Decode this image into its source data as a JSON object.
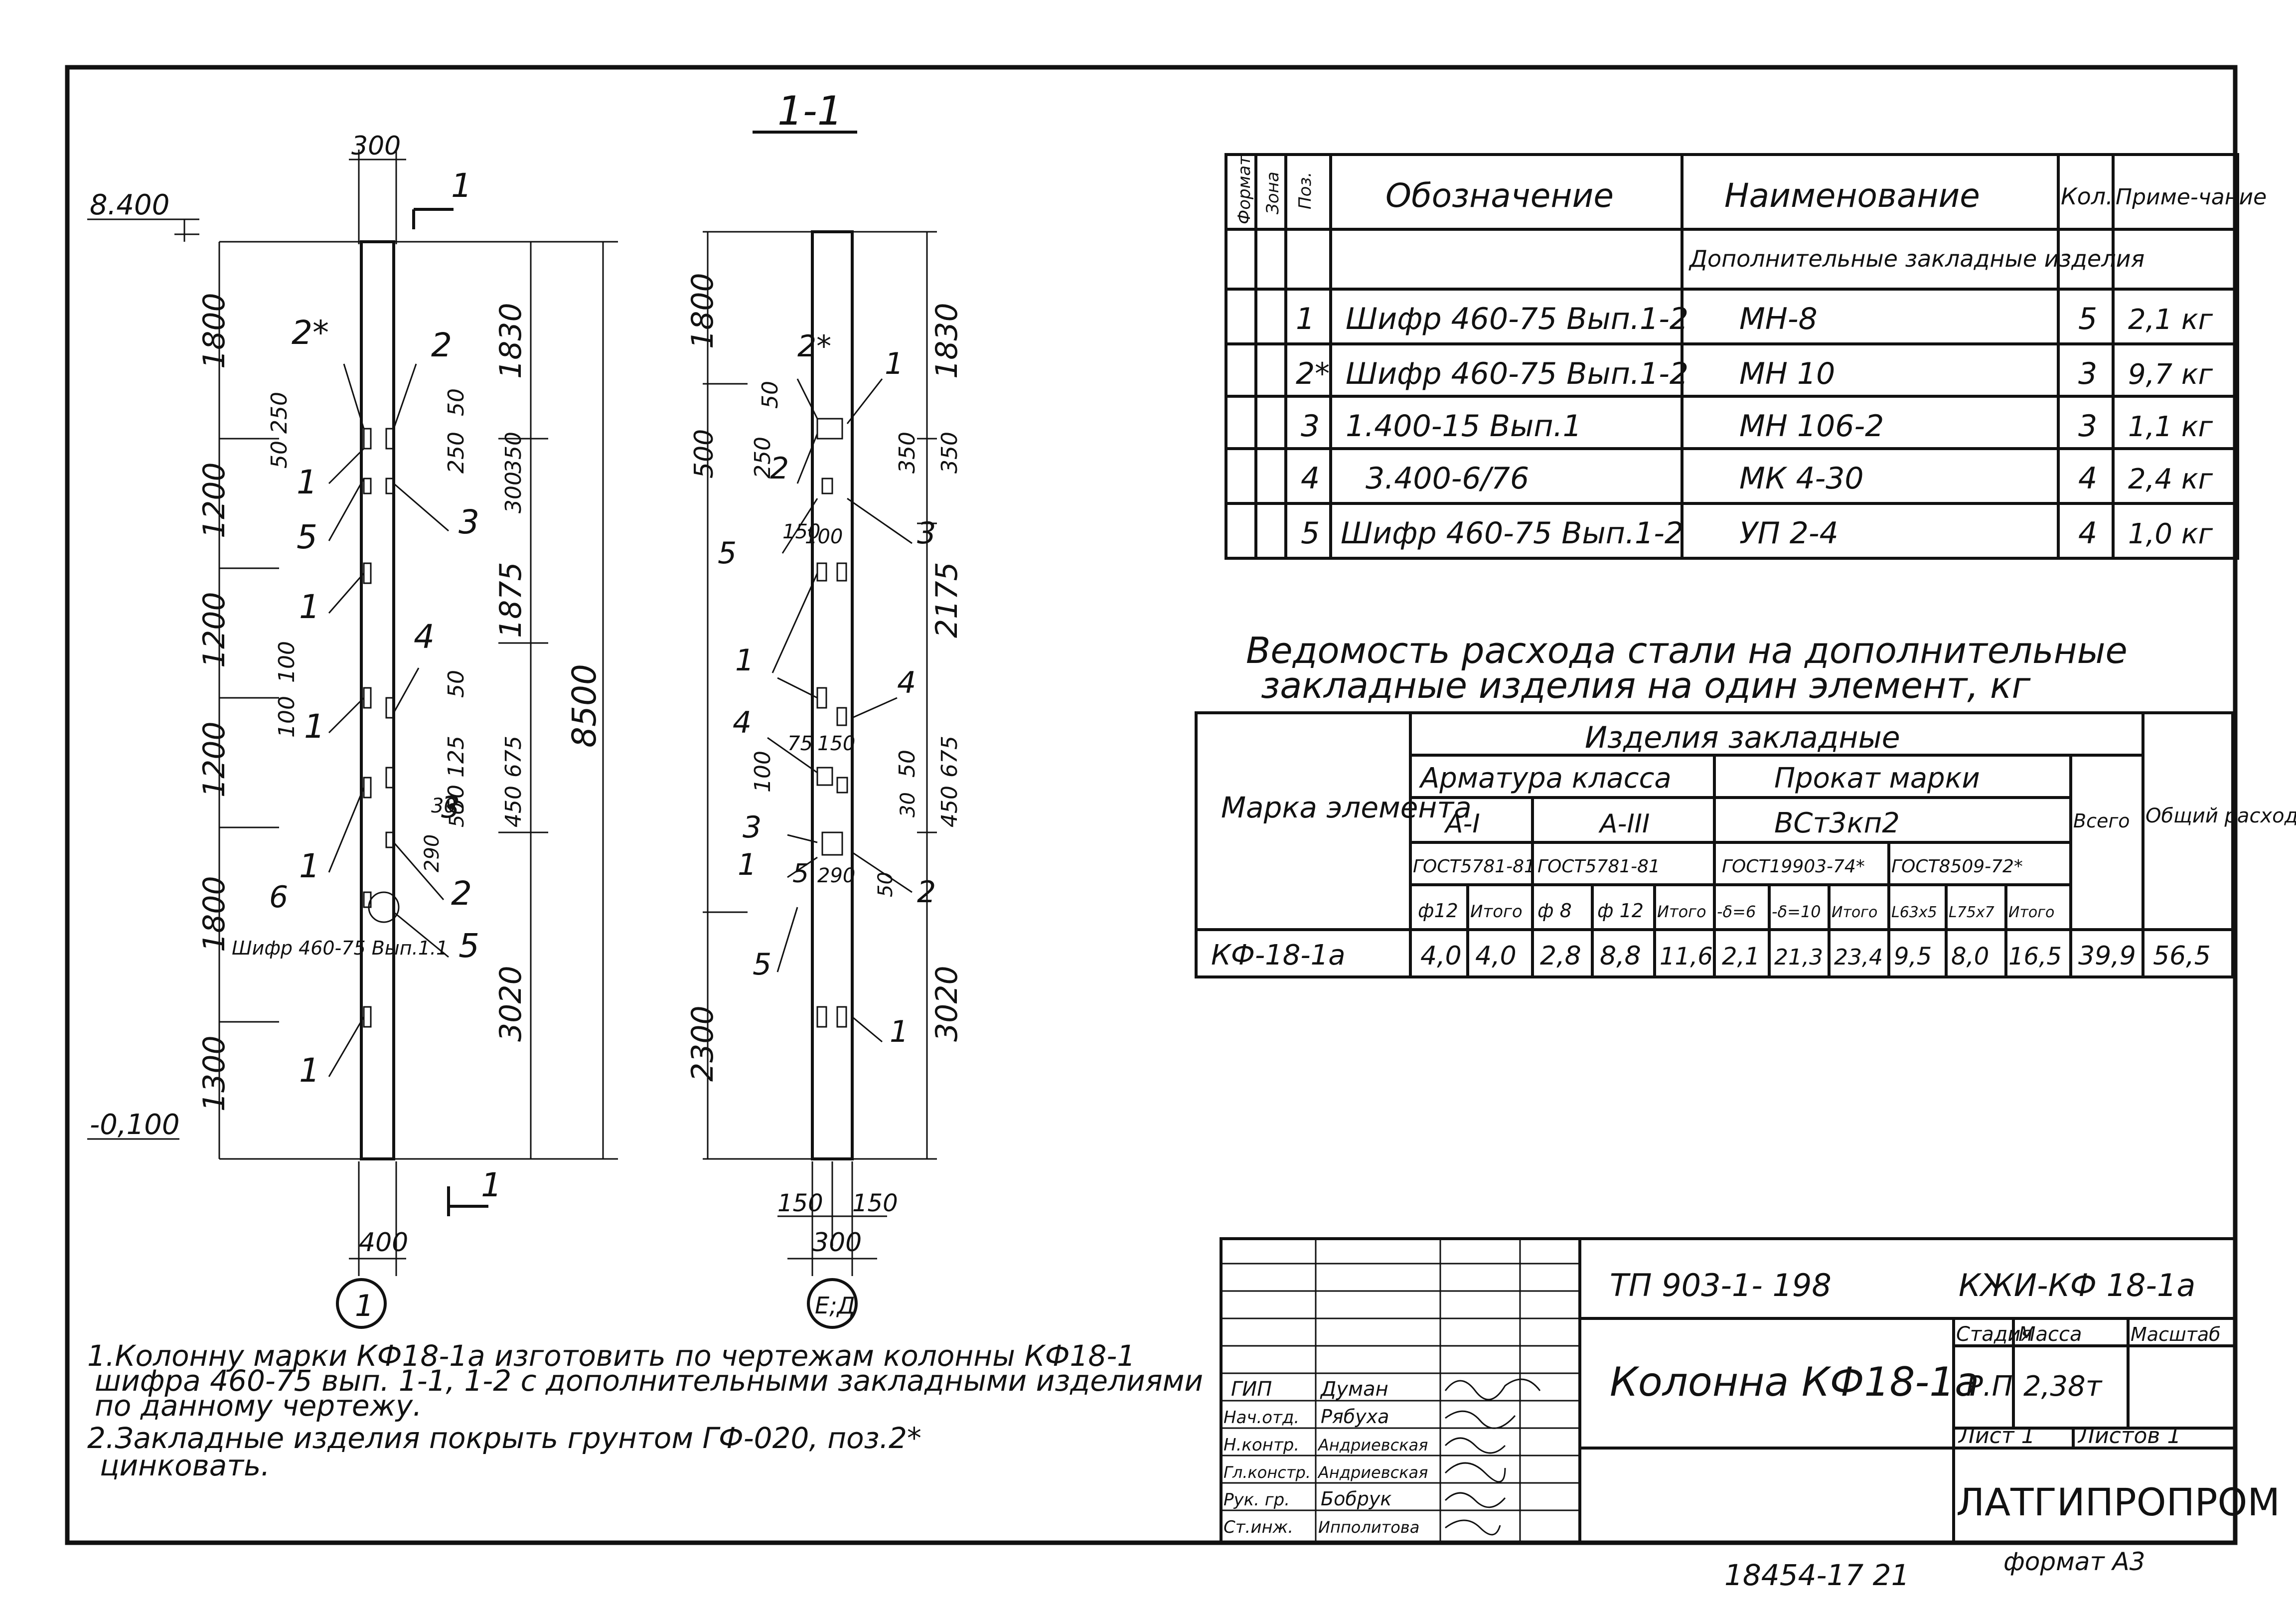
{
  "section_label": "1-1",
  "left_elevation": {
    "top_width": "300",
    "bottom_width": "400",
    "top_level": "8.400",
    "bottom_level": "-0,100",
    "cut_mark": "1",
    "left_dims": [
      "1800",
      "1200",
      "1200",
      "1200",
      "1800",
      "1300"
    ],
    "right_dims": [
      "1830",
      "1875",
      "3020"
    ],
    "small_right_dims": [
      "50",
      "250",
      "350",
      "300",
      "50",
      "125",
      "50",
      "675",
      "450",
      "30",
      "50",
      "290"
    ],
    "small_left_dims": [
      "50",
      "250",
      "100",
      "100"
    ],
    "total_height": "8500",
    "callouts": [
      "2*",
      "2",
      "1",
      "5",
      "3",
      "1",
      "4",
      "1",
      "3",
      "2",
      "1",
      "5",
      "1",
      "6"
    ],
    "note_6": "Шифр 460-75 Вып.1.1",
    "axis_mark": "1"
  },
  "right_elevation": {
    "left_dims": [
      "1800",
      "500",
      "250",
      "100",
      "2300"
    ],
    "right_dims": [
      "1830",
      "350",
      "350",
      "2175",
      "50",
      "675",
      "450",
      "3020"
    ],
    "small_dims": [
      "50",
      "150",
      "100",
      "75",
      "150",
      "30",
      "290",
      "50"
    ],
    "bottom_dims": [
      "150",
      "150"
    ],
    "bottom_width": "300",
    "callouts": [
      "2*",
      "1",
      "2",
      "5",
      "3",
      "1",
      "4",
      "4",
      "3",
      "1",
      "5",
      "2",
      "5",
      "1"
    ],
    "axis_mark": "Е;Д"
  },
  "spec_table": {
    "headers": [
      "Формат",
      "Зона",
      "Поз.",
      "Обозначение",
      "Наименование",
      "Кол.",
      "Приме-чание"
    ],
    "group_title": "Дополнительные закладные изделия",
    "rows": [
      {
        "pos": "1",
        "designation": "Шифр 460-75 Вып.1-2",
        "name": "МН-8",
        "qty": "5",
        "note": "2,1 кг"
      },
      {
        "pos": "2*",
        "designation": "Шифр 460-75 Вып.1-2",
        "name": "МН 10",
        "qty": "3",
        "note": "9,7 кг"
      },
      {
        "pos": "3",
        "designation": "1.400-15 Вып.1",
        "name": "МН 106-2",
        "qty": "3",
        "note": "1,1 кг"
      },
      {
        "pos": "4",
        "designation": "3.400-6/76",
        "name": "МК 4-30",
        "qty": "4",
        "note": "2,4 кг"
      },
      {
        "pos": "5",
        "designation": "Шифр 460-75 Вып.1-2",
        "name": "УП 2-4",
        "qty": "4",
        "note": "1,0 кг"
      }
    ]
  },
  "steel_table": {
    "title_line1": "Ведомость расхода стали на дополнительные",
    "title_line2": "закладные изделия на один элемент, кг",
    "col_mark": "Марка элемента",
    "group": "Изделия закладные",
    "arm_class": "Арматура класса",
    "prokat": "Прокат марки",
    "a1": "А-I",
    "a3": "А-III",
    "vst": "ВСт3кп2",
    "total": "Всего",
    "common": "Общий расход",
    "gost1": "ГОСТ5781-81",
    "gost2": "ГОСТ5781-81",
    "gost3": "ГОСТ19903-74*",
    "gost4": "ГОСТ8509-72*",
    "sub": [
      "ф12",
      "Итого",
      "ф 8",
      "ф 12",
      "Итого",
      "-δ=6",
      "-δ=10",
      "Итого",
      "L63х5",
      "L75х7",
      "Итого"
    ],
    "row": {
      "mark": "КФ-18-1а",
      "values": [
        "4,0",
        "4,0",
        "2,8",
        "8,8",
        "11,6",
        "2,1",
        "21,3",
        "23,4",
        "9,5",
        "8,0",
        "16,5",
        "39,9",
        "56,5"
      ]
    }
  },
  "notes": {
    "n1_l1": "1.Колонну марки КФ18-1а изготовить по чертежам колонны КФ18-1",
    "n1_l2": "шифра 460-75 вып. 1-1, 1-2 с дополнительными закладными изделиями",
    "n1_l3": "по данному чертежу.",
    "n2_l1": "2.Закладные изделия покрыть грунтом ГФ-020, поз.2*",
    "n2_l2": "цинковать."
  },
  "title_block": {
    "project": "ТП 903-1- 198",
    "code": "КЖИ-КФ 18-1а",
    "title": "Колонна КФ18-1а",
    "stage_label": "Стадия",
    "mass_label": "Масса",
    "scale_label": "Масштаб",
    "stage": "Р.П",
    "mass": "2,38т",
    "sheet": "Лист 1",
    "sheets": "Листов 1",
    "org": "ЛАТГИПРОПРОМ",
    "roles": [
      "ГИП",
      "Нач.отд.",
      "Н.контр.",
      "Гл.констр.",
      "Рук. гр.",
      "Ст.инж."
    ],
    "names": [
      "Думан",
      "Рябуха",
      "Андриевская",
      "Андриевская",
      "Бобрук",
      "Ипполитова"
    ]
  },
  "footer": {
    "inv": "18454-17 21",
    "format": "формат А3"
  }
}
